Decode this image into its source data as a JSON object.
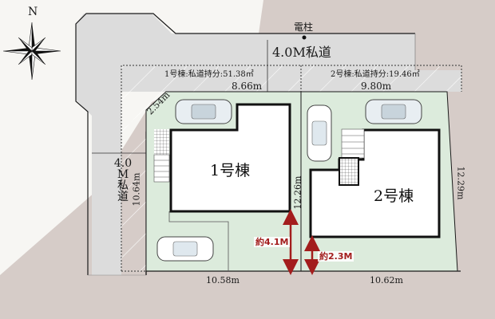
{
  "compass": {
    "north_label": "N"
  },
  "road_top": {
    "label": "4.0M私道",
    "pole_label": "電柱"
  },
  "road_left": {
    "label_line1": "4.0",
    "label_line2": "M",
    "label_line3": "私",
    "label_line4": "道"
  },
  "lot1": {
    "building_label": "1号棟",
    "road_share_label": "1号棟:私道持分:51.38㎡",
    "frontage": "8.66m",
    "corner_cut": "2.54m",
    "left_depth": "10.64m",
    "bottom_width": "10.58m",
    "right_depth": "12.26m",
    "setback_label": "約4.1M"
  },
  "lot2": {
    "building_label": "2号棟",
    "road_share_label": "2号棟:私道持分:19.46㎡",
    "frontage": "9.80m",
    "right_depth": "12.29m",
    "bottom_width": "10.62m",
    "setback_label": "約2.3M"
  },
  "colors": {
    "background": "#f7f6f3",
    "neighbor": "#d6ccc8",
    "road": "#dcdcdc",
    "lot": "#dcebdc",
    "building": "#ffffff",
    "outline": "#111111",
    "accent_red": "#a31d1d"
  }
}
